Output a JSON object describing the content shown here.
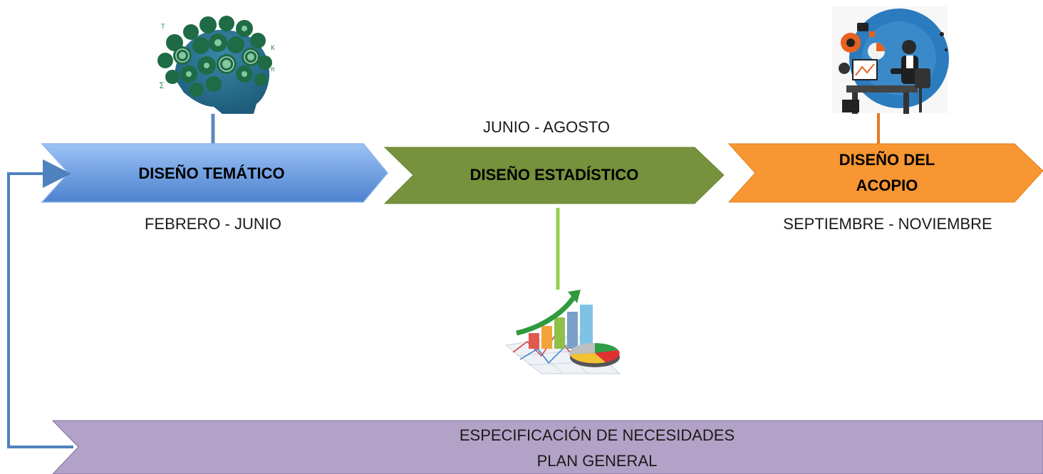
{
  "stages": [
    {
      "title_lines": [
        "DISEÑO TEMÁTICO"
      ],
      "dates": "FEBRERO - JUNIO",
      "color": "#6f9fe0",
      "icon": "brain-head-icon"
    },
    {
      "title_lines": [
        "DISEÑO ESTADÍSTICO"
      ],
      "dates": "JUNIO - AGOSTO",
      "color": "#76923c",
      "icon": "statistics-charts-icon"
    },
    {
      "title_lines": [
        "DISEÑO DEL",
        "ACOPIO"
      ],
      "dates": "SEPTIEMBRE - NOVIEMBRE",
      "color": "#f79632",
      "icon": "businessman-computer-icon"
    }
  ],
  "base": {
    "lines": [
      "ESPECIFICACIÓN  DE NECESIDADES",
      "PLAN GENERAL"
    ],
    "color": "#b3a2c7"
  },
  "colors": {
    "connector_blue": "#5b88c0",
    "connector_green": "#92d050",
    "connector_orange": "#e87722",
    "feedback_arrow": "#4f81bd"
  }
}
